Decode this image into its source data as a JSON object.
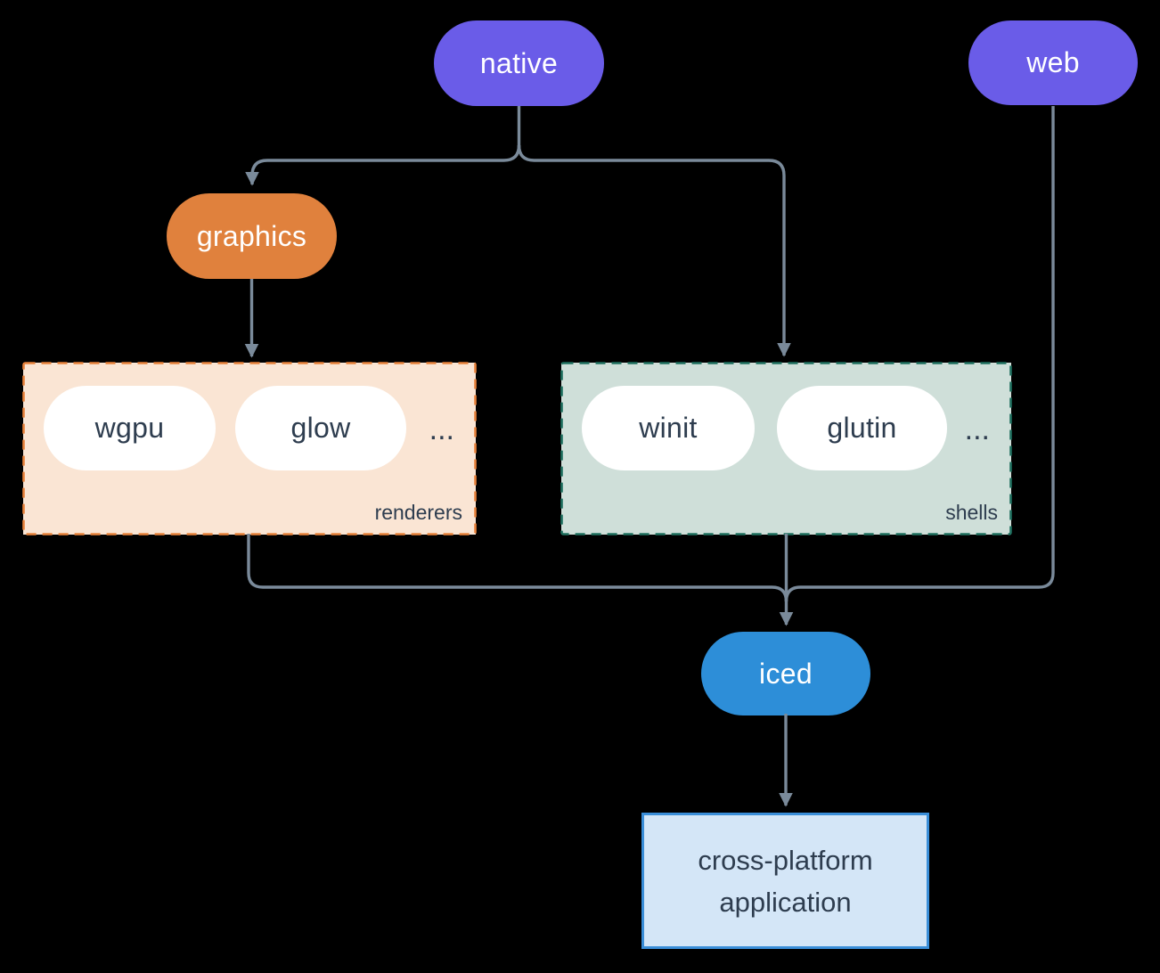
{
  "nodes": {
    "native": {
      "label": "native"
    },
    "web": {
      "label": "web"
    },
    "graphics": {
      "label": "graphics"
    },
    "wgpu": {
      "label": "wgpu"
    },
    "glow": {
      "label": "glow"
    },
    "winit": {
      "label": "winit"
    },
    "glutin": {
      "label": "glutin"
    },
    "iced": {
      "label": "iced"
    },
    "application": {
      "line1": "cross-platform",
      "line2": "application"
    }
  },
  "groups": {
    "renderers": {
      "label": "renderers",
      "ellipsis": "..."
    },
    "shells": {
      "label": "shells",
      "ellipsis": "..."
    }
  },
  "edges": [
    {
      "from": "native",
      "to": "graphics"
    },
    {
      "from": "native",
      "to": "shells"
    },
    {
      "from": "graphics",
      "to": "renderers"
    },
    {
      "from": "renderers",
      "to": "iced"
    },
    {
      "from": "shells",
      "to": "iced"
    },
    {
      "from": "web",
      "to": "iced"
    },
    {
      "from": "iced",
      "to": "application"
    }
  ],
  "colors": {
    "background": "#000000",
    "purple": "#6a5ce8",
    "orange": "#e0813d",
    "blue": "#2d8ed8",
    "white-pill": "#ffffff",
    "dark-text": "#2e3d4f",
    "light-text": "#ffffff",
    "connector": "#7a8a9a",
    "renderers-bg": "#fae5d4",
    "renderers-border": "#e8833c",
    "shells-bg": "#cfdfd9",
    "shells-border": "#1f705f",
    "app-bg": "#d4e6f7",
    "app-border": "#3a8ed8"
  }
}
